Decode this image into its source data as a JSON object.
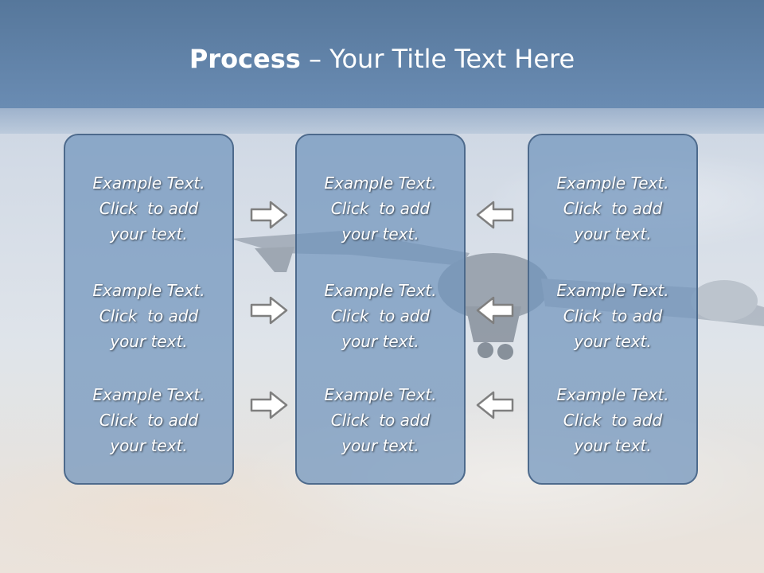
{
  "slide": {
    "title_bold": "Process",
    "title_rest": " – Your Title Text Here"
  },
  "columns": [
    {
      "items": [
        {
          "l1": "Example Text.",
          "l2": "Click  to add",
          "l3": "your text."
        },
        {
          "l1": "Example Text.",
          "l2": "Click  to add",
          "l3": "your text."
        },
        {
          "l1": "Example Text.",
          "l2": "Click  to add",
          "l3": "your text."
        }
      ]
    },
    {
      "items": [
        {
          "l1": "Example Text.",
          "l2": "Click  to add",
          "l3": "your text."
        },
        {
          "l1": "Example Text.",
          "l2": "Click  to add",
          "l3": "your text."
        },
        {
          "l1": "Example Text.",
          "l2": "Click  to add",
          "l3": "your text."
        }
      ]
    },
    {
      "items": [
        {
          "l1": "Example Text.",
          "l2": "Click  to add",
          "l3": "your text."
        },
        {
          "l1": "Example Text.",
          "l2": "Click  to add",
          "l3": "your text."
        },
        {
          "l1": "Example Text.",
          "l2": "Click  to add",
          "l3": "your text."
        }
      ]
    }
  ],
  "colors": {
    "header": "#6a8cb3",
    "box_fill": "#7094bd",
    "box_border": "#4d6a8c",
    "arrow_fill": "#ffffff",
    "arrow_stroke": "#7f7f7f"
  },
  "icons": {
    "left_arrows": "arrow-right-icon",
    "right_arrows": "arrow-left-icon",
    "background": "airplane-in-sky"
  }
}
